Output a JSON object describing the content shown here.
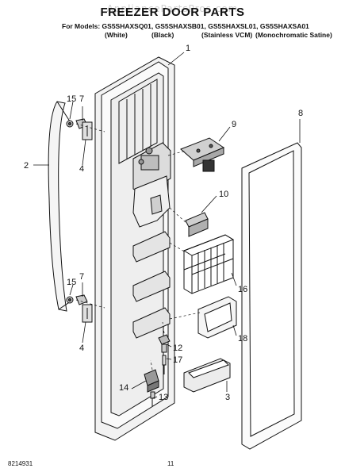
{
  "watermark": "AppliancePartsPros.com",
  "title": "FREEZER DOOR PARTS",
  "models": {
    "prefix": "For Models:",
    "list": "GS5SHAXSQ01, GS5SHAXSB01, GS5SHAXSL01, GS5SHAXSA01",
    "colors": [
      "(White)",
      "(Black)",
      "(Stainless VCM)",
      "(Monochromatic Satine)"
    ]
  },
  "callouts": {
    "c1": "1",
    "c2": "2",
    "c3": "3",
    "c4a": "4",
    "c4b": "4",
    "c7a": "7",
    "c7b": "7",
    "c8": "8",
    "c9": "9",
    "c10": "10",
    "c12": "12",
    "c13": "13",
    "c14": "14",
    "c15a": "15",
    "c15b": "15",
    "c16": "16",
    "c17": "17",
    "c18": "18"
  },
  "footer": {
    "doc_number": "8214931",
    "page_number": "11"
  }
}
